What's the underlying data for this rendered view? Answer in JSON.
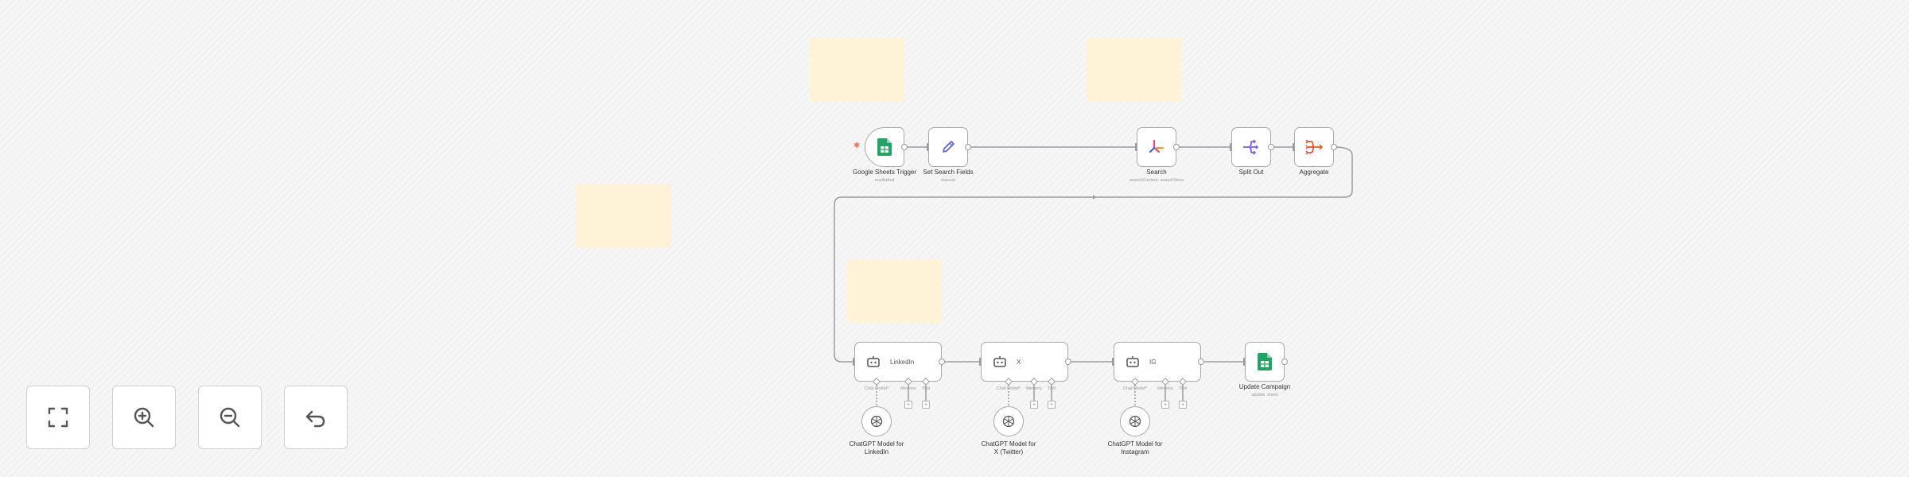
{
  "workflow": {
    "nodes": {
      "google_sheets_trigger": {
        "label": "Google Sheets Trigger",
        "sub": "rowAdded"
      },
      "set_search_fields": {
        "label": "Set Search Fields",
        "sub": "manual"
      },
      "search": {
        "label": "Search",
        "sub": "searchContent: searchStore"
      },
      "split_out": {
        "label": "Split Out"
      },
      "aggregate": {
        "label": "Aggregate"
      },
      "linkedin_agent": {
        "label": "LinkedIn"
      },
      "x_agent": {
        "label": "X"
      },
      "ig_agent": {
        "label": "IG"
      },
      "update_campaign": {
        "label": "Update Campaign",
        "sub": "update: sheet"
      }
    },
    "agent_ports": {
      "chat_model": "Chat Model*",
      "memory": "Memory",
      "tool": "Tool"
    },
    "models": {
      "linkedin": {
        "line1": "ChatGPT Model for",
        "line2": "LinkedIn"
      },
      "x": {
        "line1": "ChatGPT Model for",
        "line2": "X (Twitter)"
      },
      "ig": {
        "line1": "ChatGPT Model for",
        "line2": "Instagram"
      }
    },
    "plus": "+",
    "trigger_marker": "✱"
  },
  "controls": {
    "fit_view": "fit-to-view",
    "zoom_in": "zoom-in",
    "zoom_out": "zoom-out",
    "undo": "reset"
  },
  "colors": {
    "sticky": "#fef3d7",
    "sheets_green": "#21a464",
    "edge": "#9a9aa0",
    "accent": "#ff6d5a"
  }
}
